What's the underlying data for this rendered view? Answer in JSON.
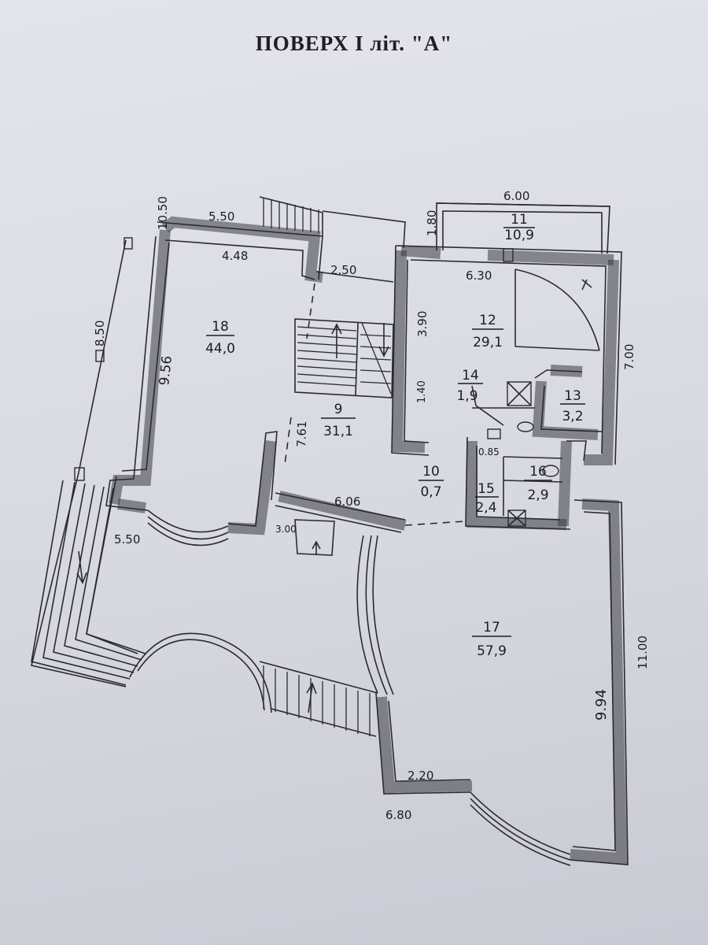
{
  "header": {
    "title": "ПОВЕРХ  I  літ. \"А\""
  },
  "rooms": [
    {
      "number": "18",
      "area": "44,0"
    },
    {
      "number": "9",
      "area": "31,1"
    },
    {
      "number": "11",
      "area": "10,9"
    },
    {
      "number": "12",
      "area": "29,1"
    },
    {
      "number": "13",
      "area": "3,2"
    },
    {
      "number": "14",
      "area": "1,9"
    },
    {
      "number": "10",
      "area": "0,7"
    },
    {
      "number": "15",
      "area": "2,4"
    },
    {
      "number": "16",
      "area": "2,9"
    },
    {
      "number": "17",
      "area": "57,9"
    }
  ],
  "dimensions": {
    "d_10_50": "10.50",
    "d_5_50_top": "5.50",
    "d_4_48": "4.48",
    "d_2_50": "2.50",
    "d_8_50": "8.50",
    "d_9_56": "9.56",
    "d_7_61": "7.61",
    "d_5_50_bottom": "5.50",
    "d_6_06": "6.06",
    "d_3_00": "3.00",
    "d_6_00": "6.00",
    "d_1_80": "1.80",
    "d_6_30": "6.30",
    "d_3_90": "3.90",
    "d_7_00": "7.00",
    "d_1_40": "1.40",
    "d_0_85": "0.85",
    "d_9_94": "9.94",
    "d_11_00": "11.00",
    "d_2_20": "2.20",
    "d_6_80": "6.80"
  }
}
